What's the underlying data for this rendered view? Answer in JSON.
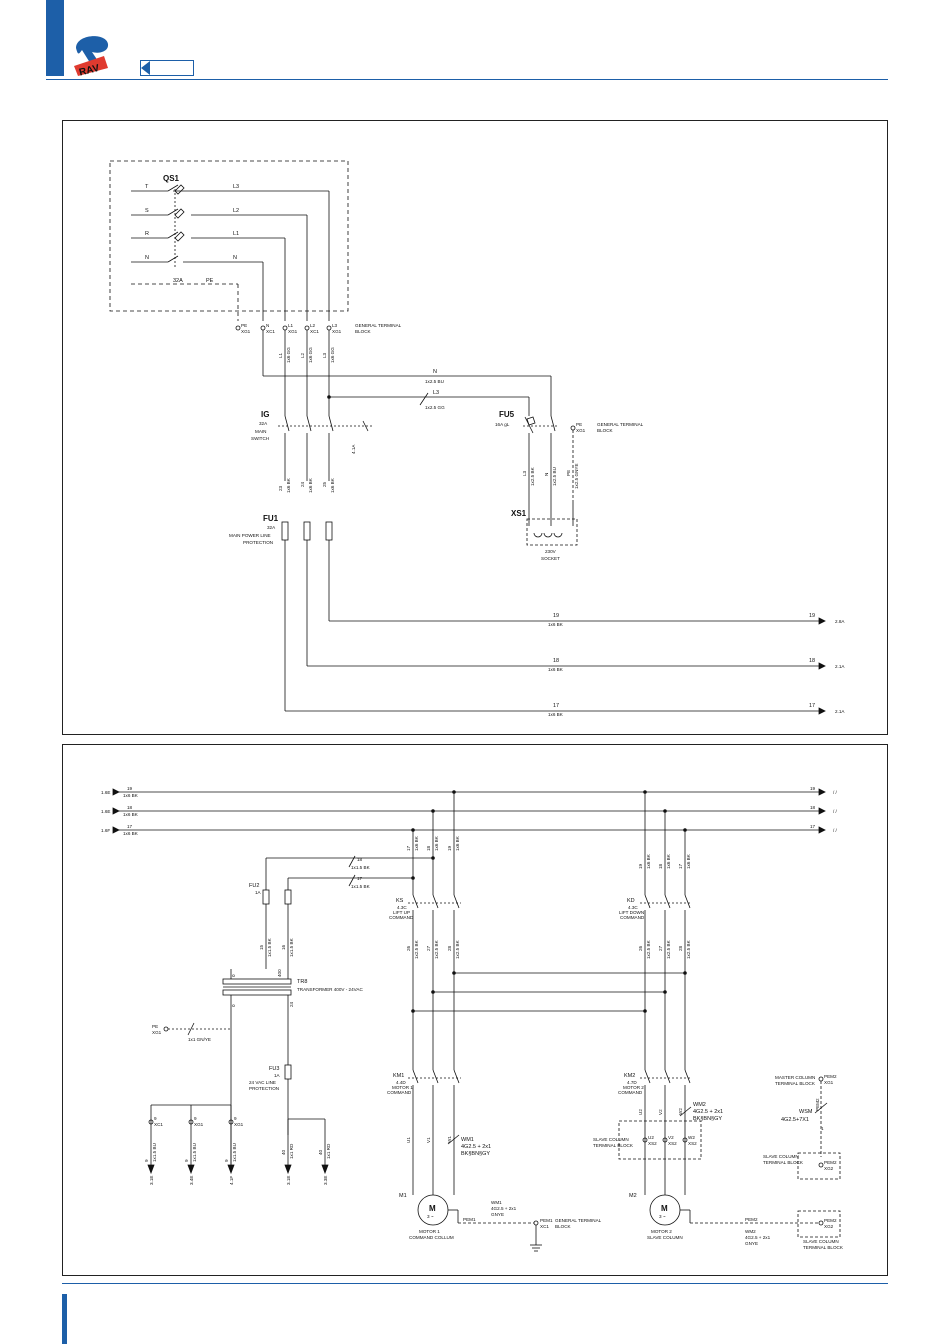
{
  "brand": {
    "logo_text": "RAV",
    "accent": "#1d5fa8"
  },
  "top": {
    "qs1": "QS1",
    "inputs": [
      "T",
      "S",
      "R",
      "N"
    ],
    "lines": [
      "L3",
      "L2",
      "L1",
      "N"
    ],
    "pe": "PE",
    "rating_32a": "32A",
    "terminals": [
      [
        "PE",
        "XG1"
      ],
      [
        "N",
        "XC1"
      ],
      [
        "L1",
        "XG1"
      ],
      [
        "L2",
        "XC1"
      ],
      [
        "L3",
        "XG1"
      ]
    ],
    "general_terminal_block": [
      "GENERAL TERMINAL",
      "BLOCK"
    ],
    "vert_cables": [
      "L1",
      "1x6 GG",
      "L2",
      "1x6 GG",
      "L3",
      "1x6 GG"
    ],
    "n_label": "N",
    "n_cable": "1x2.5 BU",
    "l3_label": "L3",
    "l3_cable": "1x2.5 GG",
    "ig": "IG",
    "ig_rating": "32A",
    "main_switch": [
      "MAIN",
      "SWITCH"
    ],
    "aux_4_1a": "4.1A",
    "fu5": "FU5",
    "fu5_rating": "16A gL",
    "pe_xg1": [
      "PE",
      "XG1"
    ],
    "general_terminal_block2": [
      "GENERAL TERMINAL",
      "BLOCK"
    ],
    "xs1_cables": [
      "L3",
      "1x2.5 BK",
      "N",
      "1x2.5 BU",
      "PE",
      "1x2.5 GNYE"
    ],
    "xs1": "XS1",
    "socket": [
      "230V",
      "SOCKET"
    ],
    "switch_out": [
      "23",
      "1x6 BK",
      "24",
      "1x6 BK",
      "25",
      "1x6 BK"
    ],
    "fu1": "FU1",
    "fu1_rating": "32A",
    "fu1_desc": [
      "MAIN POWER LINE",
      "PROTECTION"
    ],
    "outputs": [
      {
        "wire": "19",
        "cable": "1x6 BK",
        "end": "19",
        "ref": "2.8A"
      },
      {
        "wire": "18",
        "cable": "1x6 BK",
        "end": "18",
        "ref": "2.1A"
      },
      {
        "wire": "17",
        "cable": "1x6 BK",
        "end": "17",
        "ref": "2.1A"
      }
    ]
  },
  "bottom": {
    "bus": [
      {
        "ref": "1.6E",
        "wire": "19",
        "cable": "1x6 BK",
        "end": "19",
        "cont": "/ /"
      },
      {
        "ref": "1.6E",
        "wire": "18",
        "cable": "1x6 BK",
        "end": "18",
        "cont": "/ /"
      },
      {
        "ref": "1.6F",
        "wire": "17",
        "cable": "1x6 BK",
        "end": "17",
        "cont": "/ /"
      }
    ],
    "drops_ks": [
      "17",
      "1x6 BK",
      "18",
      "1x6 BK",
      "19",
      "1x6 BK"
    ],
    "drops_kd": [
      "19",
      "1x6 BK",
      "18",
      "1x6 BK",
      "17",
      "1x6 BK"
    ],
    "fu2_wires": [
      {
        "w": "18",
        "c": "1x1.5 BK"
      },
      {
        "w": "17",
        "c": "1x1.5 BK"
      }
    ],
    "fu2": "FU2",
    "fu2_rating": "1A",
    "fu2_out": [
      "15",
      "1x1.5 BK",
      "16",
      "1x1.5 BK"
    ],
    "tr_taps": [
      "0",
      "400",
      "0",
      "24"
    ],
    "tr8": "TR8",
    "tr8_desc": "TRANSFORMER 400V - 24VAC",
    "pe_xg1": [
      "PE",
      "XG1"
    ],
    "pe_cable": "1x1 GN/YE",
    "fu3": "FU3",
    "fu3_rating": "1A",
    "fu3_desc": [
      "24 VAC LINE",
      "PROTECTION"
    ],
    "ks": "KS",
    "ks_desc": [
      "4.3C",
      "LIFT UP",
      "COMMAND"
    ],
    "kd": "KD",
    "kd_desc": [
      "4.3C",
      "LIFT DOWN",
      "COMMAND"
    ],
    "ks_out": [
      "26",
      "1x2.5 BK",
      "27",
      "1x2.5 BK",
      "28",
      "1x2.5 BK"
    ],
    "kd_out": [
      "26",
      "1x2.5 BK",
      "27",
      "1x2.5 BK",
      "28",
      "1x2.5 BK"
    ],
    "km1": "KM1",
    "km1_desc": [
      "4.4D",
      "MOTOR 1",
      "COMMAND"
    ],
    "km2": "KM2",
    "km2_desc": [
      "4.7D",
      "MOTOR 2",
      "COMMAND"
    ],
    "m1_phases": [
      "U1",
      "V1",
      "W1"
    ],
    "wm1": "WM1",
    "wm1_spec": [
      "4G2.5 + 2x1",
      "BK§BN§GY"
    ],
    "m2_phases": [
      "U2",
      "V2",
      "W2"
    ],
    "wm2": "WM2",
    "wm2_spec": [
      "4G2.5 + 2x1",
      "BK§BN§GY"
    ],
    "slave_tb": [
      "SLAVE COLUMN",
      "TERMINAL BLOCK"
    ],
    "xs2_terms": [
      "U2",
      "XS2",
      "V2",
      "XS2",
      "W2",
      "XS2"
    ],
    "master_tb": [
      "MASTER COLUMN",
      "TERMINAL BLOCK"
    ],
    "pem2_xg1": [
      "PEM2",
      "XG1"
    ],
    "wsm": "WSM",
    "wsm_spec": "4G2.5+7X1",
    "pem2_1": [
      "PEM2",
      "1"
    ],
    "slave_tb2": [
      "SLAVE COLUMN",
      "TERMINAL BLOCK"
    ],
    "pem2_xg2": [
      "PEM2",
      "XG2"
    ],
    "xg_drops": [
      {
        "t": "9",
        "x": "XC1",
        "w": "9",
        "c": "1x1.5 BU",
        "ref": "3.1E"
      },
      {
        "t": "9",
        "x": "XG1",
        "w": "9",
        "c": "1x1.5 BU",
        "ref": "3.4E"
      },
      {
        "t": "9",
        "x": "XG1",
        "w": "9",
        "c": "1x1.5 BU",
        "ref": "4.1F"
      },
      {
        "t": "",
        "x": "",
        "w": "40",
        "c": "1x1 RD",
        "ref": "3.1E"
      },
      {
        "t": "",
        "x": "",
        "w": "40",
        "c": "1x1 RD",
        "ref": "3.3E"
      }
    ],
    "m1": "M1",
    "m2": "M2",
    "motor_symbol": "M",
    "motor_ac": "3 ~",
    "m1_desc": [
      "MOTOR 1",
      "COMMAND COLLUM"
    ],
    "m2_desc": [
      "MOTOR 2",
      "SLAVE COLUMN"
    ],
    "pem1": "PEM1",
    "wm1_gnd": [
      "WM1",
      "4G2.5 + 2x1",
      "GNYE"
    ],
    "pem1_xc1": [
      "PEM1",
      "XC1"
    ],
    "general_tb": [
      "GENERAL TERMINAL",
      "BLOCK"
    ],
    "pem2": "PEM2",
    "wm2_gnd": [
      "WM2",
      "4G2.5 + 2x1",
      "GNYE"
    ],
    "pem2_xg2b": [
      "PEM2",
      "XG2"
    ],
    "slave_tb3": [
      "SLAVE COLUMN",
      "TERMINAL BLOCK"
    ]
  }
}
